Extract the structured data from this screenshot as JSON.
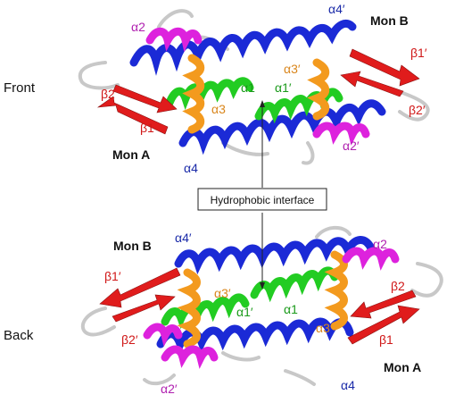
{
  "colors": {
    "alpha1": "#22cc22",
    "alpha2": "#dd22dd",
    "alpha3": "#f39a1e",
    "alpha4": "#1b2ad6",
    "beta": "#e01c1c",
    "loop": "#c8c8c8",
    "label_alpha1": "#1a9a1a",
    "label_alpha2": "#b020b0",
    "label_alpha3": "#d9861c",
    "label_alpha4": "#1a2aa8",
    "label_beta": "#d01818"
  },
  "views": {
    "front": "Front",
    "back": "Back"
  },
  "interface_label": "Hydrophobic interface",
  "front": {
    "mon_a": "Mon A",
    "mon_b": "Mon B",
    "a1": "α1",
    "a1p": "α1′",
    "a2": "α2",
    "a2p": "α2′",
    "a3": "α3",
    "a3p": "α3′",
    "a4": "α4",
    "a4p": "α4′",
    "b1": "β1",
    "b1p": "β1′",
    "b2": "β2",
    "b2p": "β2′"
  },
  "back": {
    "mon_a": "Mon A",
    "mon_b": "Mon B",
    "a1": "α1",
    "a1p": "α1′",
    "a2": "α2",
    "a2p": "α2′",
    "a3": "α3",
    "a3p": "α3′",
    "a4": "α4",
    "a4p": "α4′",
    "b1": "β1",
    "b1p": "β1′",
    "b2": "β2",
    "b2p": "β2′"
  }
}
